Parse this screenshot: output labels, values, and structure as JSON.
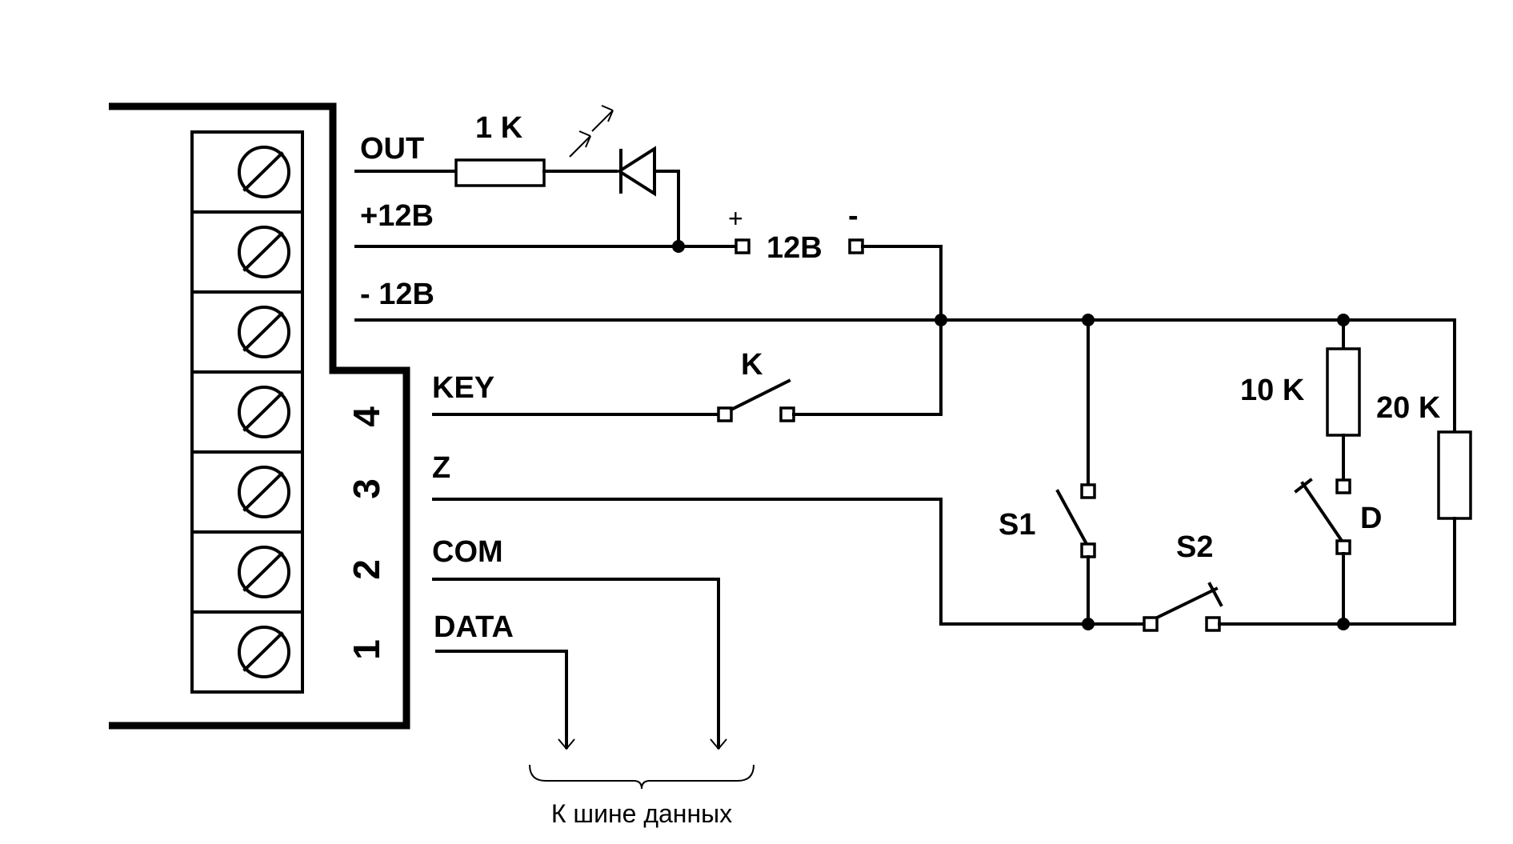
{
  "lines": {
    "out": "OUT",
    "plus12": "+12В",
    "minus12": "- 12В",
    "key": "KEY",
    "z": "Z",
    "com": "COM",
    "data": "DATA"
  },
  "pins": [
    "4",
    "3",
    "2",
    "1"
  ],
  "components": {
    "resistor_1k": "1 K",
    "supply": "12В",
    "supply_plus": "+",
    "supply_minus": "-",
    "key_switch": "K",
    "s1": "S1",
    "s2": "S2",
    "d": "D",
    "resistor_10k": "10 K",
    "resistor_20k": "20 K"
  },
  "bus_caption": "К шине данных"
}
